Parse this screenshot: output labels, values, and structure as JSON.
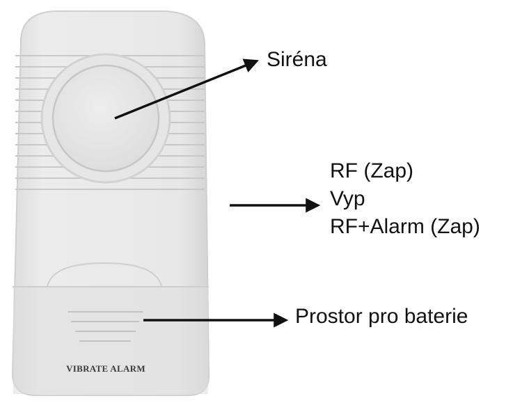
{
  "device": {
    "brand_label": "VIBRATE ALARM",
    "body_color": "#e9e9e9",
    "shade_color": "#d9d9d9",
    "ridge_color": "#c4c4c4"
  },
  "annotations": {
    "siren": "Siréna",
    "switch_modes": [
      "RF (Zap)",
      "Vyp",
      "RF+Alarm (Zap)"
    ],
    "battery": "Prostor pro baterie"
  },
  "colors": {
    "arrow": "#111111",
    "text": "#111111"
  }
}
